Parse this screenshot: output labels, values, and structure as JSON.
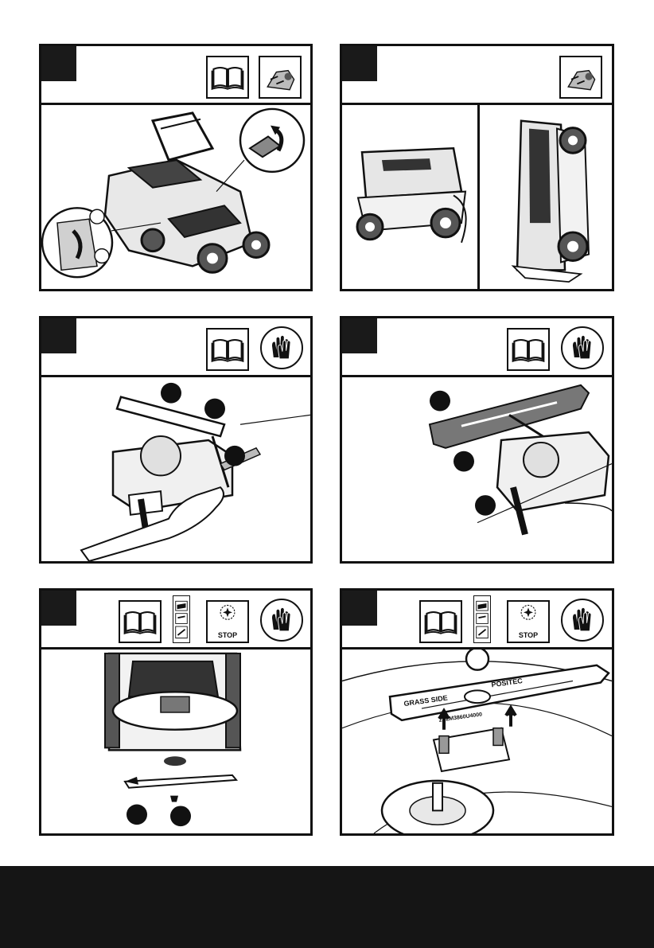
{
  "stop_icon": {
    "label": "STOP"
  },
  "blade_text": {
    "side": "GRASS SIDE",
    "brand": "POSITEC",
    "part": "2ELM3860U4000"
  },
  "colors": {
    "ink": "#111111",
    "footer": "#151515",
    "tab": "#1a1a1a"
  }
}
